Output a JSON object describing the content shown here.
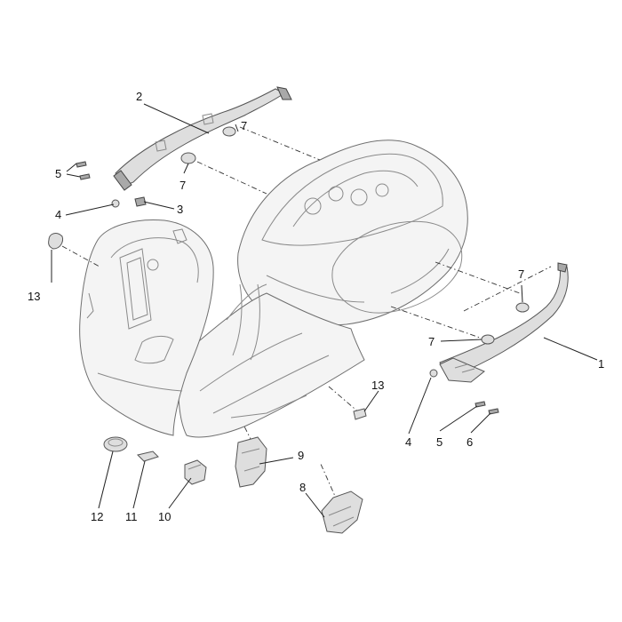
{
  "callouts": [
    {
      "id": "c1",
      "label": "1"
    },
    {
      "id": "c2",
      "label": "2"
    },
    {
      "id": "c3",
      "label": "3"
    },
    {
      "id": "c4a",
      "label": "4"
    },
    {
      "id": "c4b",
      "label": "4"
    },
    {
      "id": "c5a",
      "label": "5"
    },
    {
      "id": "c5b",
      "label": "5"
    },
    {
      "id": "c6",
      "label": "6"
    },
    {
      "id": "c7a",
      "label": "7"
    },
    {
      "id": "c7b",
      "label": "7"
    },
    {
      "id": "c7c",
      "label": "7"
    },
    {
      "id": "c7d",
      "label": "7"
    },
    {
      "id": "c8",
      "label": "8"
    },
    {
      "id": "c9",
      "label": "9"
    },
    {
      "id": "c10",
      "label": "10"
    },
    {
      "id": "c11",
      "label": "11"
    },
    {
      "id": "c12",
      "label": "12"
    },
    {
      "id": "c13a",
      "label": "13"
    },
    {
      "id": "c13b",
      "label": "13"
    }
  ]
}
